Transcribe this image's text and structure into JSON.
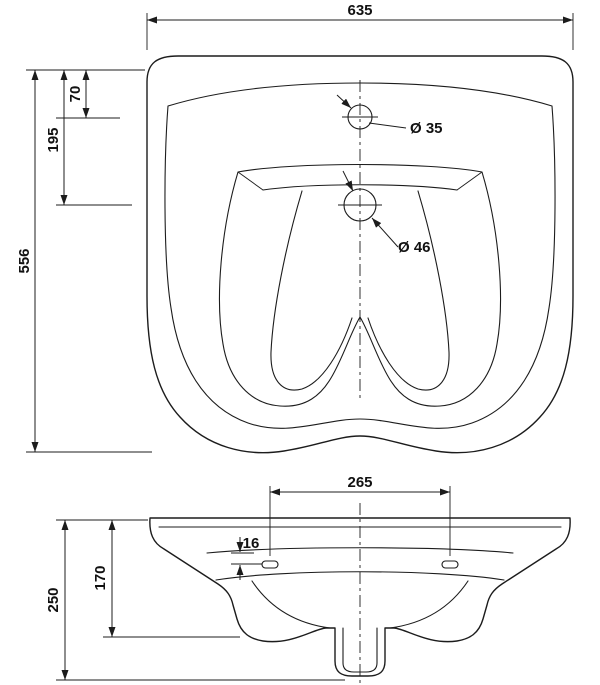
{
  "colors": {
    "line": "#1c1c1c",
    "background": "#ffffff"
  },
  "top_view": {
    "dim_overall_width": "635",
    "dim_overall_depth": "556",
    "dim_tap_hole_from_back": "70",
    "dim_bowl_hole_from_back": "195",
    "label_tap_hole_diameter": "Ø 35",
    "label_bowl_hole_diameter": "Ø 46"
  },
  "front_view": {
    "dim_fixing_hole_spacing": "265",
    "dim_fixing_hole_offset": "16",
    "dim_body_height": "170",
    "dim_overall_height": "250"
  }
}
